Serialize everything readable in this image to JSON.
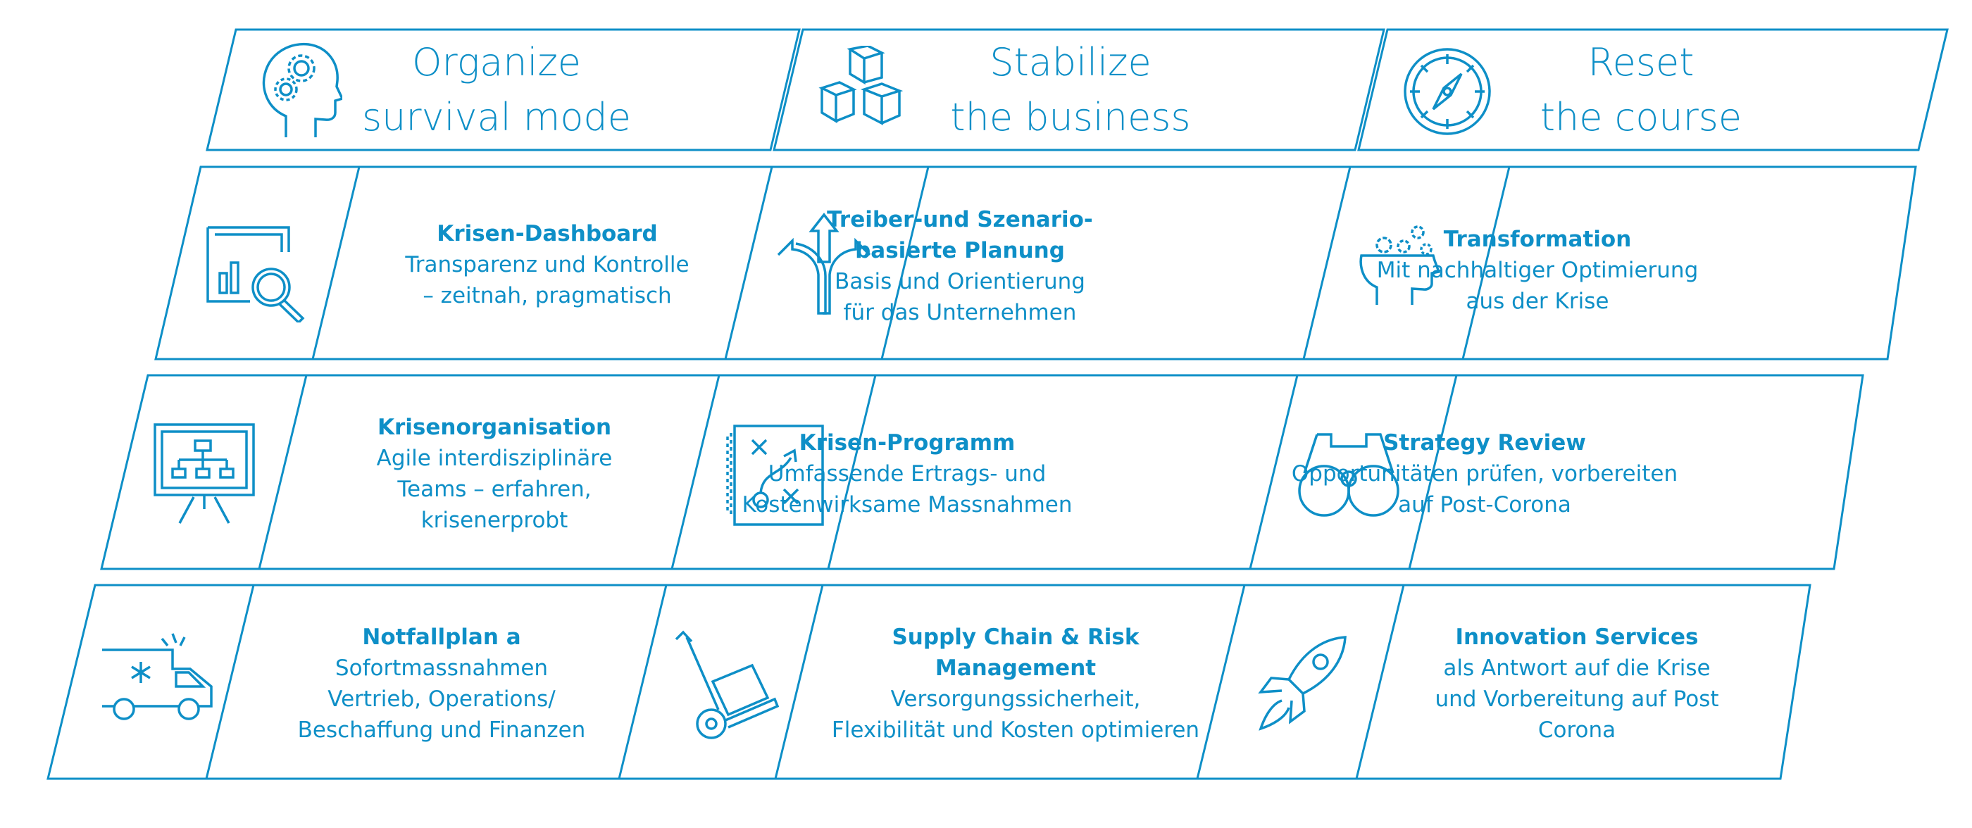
{
  "colors": {
    "accent": "#0e8fc7"
  },
  "headers": [
    {
      "line1": "Organize",
      "line2": "survival mode",
      "icon": "head-gears-icon"
    },
    {
      "line1": "Stabilize",
      "line2": "the business",
      "icon": "stacked-cubes-icon"
    },
    {
      "line1": "Reset",
      "line2": "the course",
      "icon": "compass-icon"
    }
  ],
  "rows": [
    [
      {
        "title": "Krisen-Dashboard",
        "desc": "Transparenz und Kontrolle\n– zeitnah, pragmatisch",
        "icon": "dashboard-magnifier-icon"
      },
      {
        "title": "Treiber-und Szenario-\nbasierte Planung",
        "desc": "Basis und Orientierung\nfür das Unternehmen",
        "icon": "split-arrows-icon"
      },
      {
        "title": "Transformation",
        "desc": "Mit nachhaltiger Optimierung\naus der Krise",
        "icon": "head-gears-small-icon"
      }
    ],
    [
      {
        "title": "Krisenorganisation",
        "desc": "Agile interdisziplinäre\nTeams – erfahren,\nkrisenerprobt",
        "icon": "org-chart-board-icon"
      },
      {
        "title": "Krisen-Programm",
        "desc": "Umfassende Ertrags- und\nKostenwirksame Massnahmen",
        "icon": "strategy-map-icon"
      },
      {
        "title": "Strategy Review",
        "desc": "Opportunitäten prüfen, vorbereiten\nauf Post-Corona",
        "icon": "binoculars-icon"
      }
    ],
    [
      {
        "title": "Notfallplan a",
        "desc": "Sofortmassnahmen\nVertrieb, Operations/\nBeschaffung und Finanzen",
        "icon": "ambulance-icon"
      },
      {
        "title": "Supply Chain & Risk\nManagement",
        "desc": "Versorgungssicherheit,\nFlexibilität und Kosten optimieren",
        "icon": "hand-truck-icon"
      },
      {
        "title": "Innovation Services",
        "desc": "als Antwort auf die Krise\nund Vorbereitung auf Post\nCorona",
        "icon": "rocket-icon"
      }
    ]
  ]
}
